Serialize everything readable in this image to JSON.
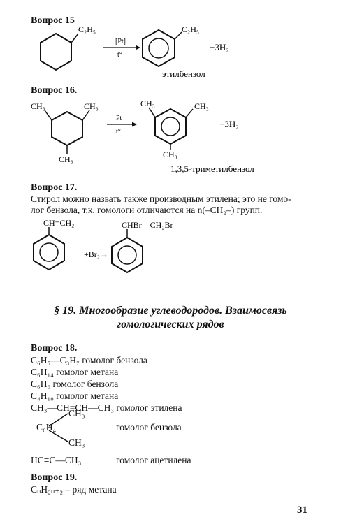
{
  "q15": {
    "title": "Вопрос 15",
    "reactant_sub": "C₂H₅",
    "catalyst": "[Pt]",
    "temp": "t°",
    "product_sub": "C₂H₅",
    "byproduct": "+3H₂",
    "product_name": "этилбензол"
  },
  "q16": {
    "title": "Вопрос 16.",
    "reactant_ch3_top_left": "CH₃",
    "reactant_ch3_top_right": "CH₃",
    "reactant_ch3_bottom": "CH₃",
    "catalyst": "Pt",
    "temp": "t°",
    "product_ch3_top_left": "CH₃",
    "product_ch3_top_right": "CH₃",
    "product_ch3_bottom": "CH₃",
    "byproduct": "+3H₂",
    "product_name": "1,3,5-триметилбензол"
  },
  "q17": {
    "title": "Вопрос 17.",
    "line1": "Стирол можно назвать также производным этилена; это не гомо-",
    "line2": "лог бензола, т.к. гомологи отличаются на n(–CH₂–) групп.",
    "styrene_group": "CH=CH₂",
    "reagent": "+Br₂→",
    "product_group": "CHBr—CH₂Br"
  },
  "section": {
    "line1": "§ 19. Многообразие углеводородов. Взаимосвязь",
    "line2": "гомологических рядов"
  },
  "q18": {
    "title": "Вопрос 18.",
    "items": [
      "C₆H₅—C₃H₇ гомолог бензола",
      "C₆H₁₄ гомолог метана",
      "C₆H₆ гомолог бензола",
      "C₄H₁₀ гомолог метана",
      "CH₃—CH=CH—CH₃ гомолог этилена"
    ],
    "xylene_core": "C₆H₄",
    "xylene_ch3_top": "CH₃",
    "xylene_ch3_bottom": "CH₃",
    "xylene_label": "гомолог бензола",
    "propyne": "HC≡C—CH₃",
    "propyne_label": "гомолог ацетилена"
  },
  "q19": {
    "title": "Вопрос 19.",
    "formula": "CₙH₂ₙ₊₂ – ряд метана"
  },
  "page_number": "31"
}
